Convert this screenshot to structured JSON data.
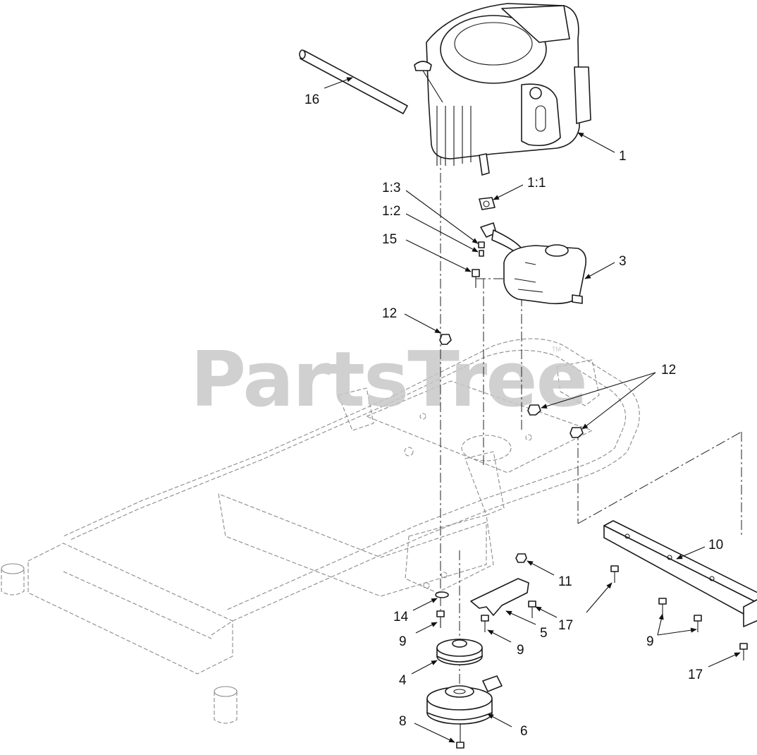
{
  "watermark": {
    "text": "PartsTree",
    "mark": "TM"
  },
  "callouts": {
    "c16": "16",
    "c1": "1",
    "c1_1": "1:1",
    "c1_3": "1:3",
    "c1_2": "1:2",
    "c15": "15",
    "c3": "3",
    "c12a": "12",
    "c12b": "12",
    "c10": "10",
    "c11": "11",
    "c14": "14",
    "c9a": "9",
    "c9b": "9",
    "c9c": "9",
    "c5": "5",
    "c17a": "17",
    "c17b": "17",
    "c4": "4",
    "c6": "6",
    "c8": "8"
  }
}
